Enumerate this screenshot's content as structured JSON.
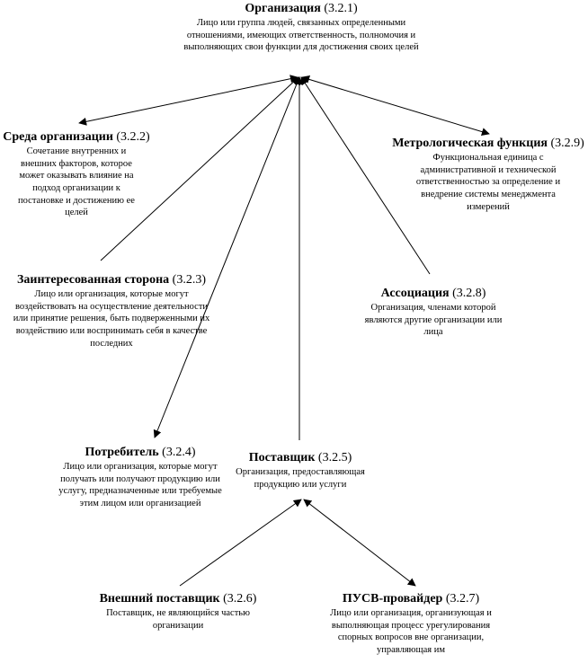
{
  "nodes": {
    "organization": {
      "name": "Организация",
      "code": "(3.2.1)",
      "description": "Лицо или группа людей, связанных определенными отношениями, имеющих ответственность, полномочия и выполняющих свои функции для достижения своих целей"
    },
    "environment": {
      "name": "Среда организации",
      "code": "(3.2.2)",
      "description": "Сочетание внутренних и внешних факторов, которое может оказывать влияние на подход организации к постановке и достижению ее целей"
    },
    "interested_party": {
      "name": "Заинтересованная сторона",
      "code": "(3.2.3)",
      "description": "Лицо или организация, которые могут воздействовать на осуществление деятельности или принятие решения, быть подверженными их воздействию или воспринимать себя в качестве последних"
    },
    "customer": {
      "name": "Потребитель",
      "code": "(3.2.4)",
      "description": "Лицо или организация, которые могут получать или получают продукцию или услугу, предназначенные или требуемые этим лицом или организацией"
    },
    "provider": {
      "name": "Поставщик",
      "code": "(3.2.5)",
      "description": "Организация, предоставляющая продукцию или услуги"
    },
    "external_provider": {
      "name": "Внешний поставщик",
      "code": "(3.2.6)",
      "description": "Поставщик, не являющийся частью организации"
    },
    "dispute_provider": {
      "name": "ПУСВ-провайдер",
      "code": "(3.2.7)",
      "description": "Лицо или организация, организующая и выполняющая процесс урегулирования спорных вопросов вне организации, управляющая им"
    },
    "association": {
      "name": "Ассоциация",
      "code": "(3.2.8)",
      "description": "Организация, членами которой являются другие организации или лица"
    },
    "metrology": {
      "name": "Метрологическая функция",
      "code": "(3.2.9)",
      "description": "Функциональная единица с административной и технической ответственностью за определение и внедрение системы менеджмента измерений"
    }
  }
}
